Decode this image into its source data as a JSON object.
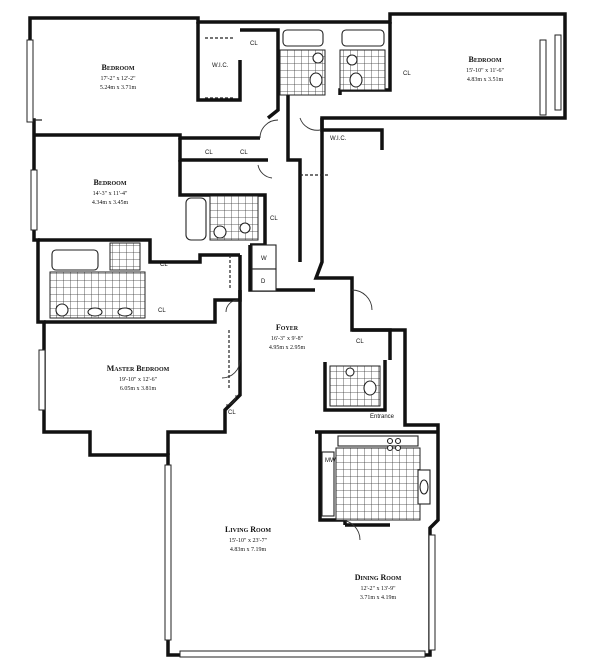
{
  "rooms": {
    "bedroom_nw": {
      "name": "Bedroom",
      "dim_ft": "17'-2\" x 12'-2\"",
      "dim_m": "5.24m x 3.71m"
    },
    "bedroom_ne": {
      "name": "Bedroom",
      "dim_ft": "15'-10\" x 11'-6\"",
      "dim_m": "4.83m x 3.51m"
    },
    "bedroom_w": {
      "name": "Bedroom",
      "dim_ft": "14'-3\" x 11'-4\"",
      "dim_m": "4.34m x 3.45m"
    },
    "master": {
      "name": "Master Bedroom",
      "dim_ft": "19'-10\" x 12'-6\"",
      "dim_m": "6.05m x 3.81m"
    },
    "foyer": {
      "name": "Foyer",
      "dim_ft": "16'-3\" x 9'-8\"",
      "dim_m": "4.95m x 2.95m"
    },
    "living": {
      "name": "Living Room",
      "dim_ft": "15'-10\" x 23'-7\"",
      "dim_m": "4.83m x 7.19m"
    },
    "dining": {
      "name": "Dining Room",
      "dim_ft": "12'-2\" x 13'-9\"",
      "dim_m": "3.71m x 4.19m"
    }
  },
  "labels": {
    "wic": "W.I.C.",
    "cl": "CL",
    "w": "W",
    "d": "D",
    "entrance": "Entrance",
    "mw": "MW"
  }
}
